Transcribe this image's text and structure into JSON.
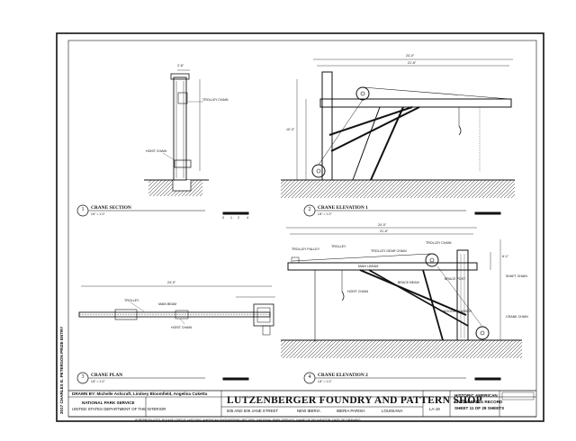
{
  "drawing": {
    "title": "LUTZENBERGER FOUNDRY AND PATTERN SHOP",
    "drawn_by": "DRAWN BY: Michelle Ashcraft, Lindsey Bloomfield, Angelina Cuketta",
    "agency_1": "NATIONAL PARK SERVICE",
    "agency_2": "UNITED STATES DEPARTMENT OF THE INTERIOR",
    "address": "505 AND 509 JANE STREET",
    "city": "NEW IBERIA",
    "parish": "IBERIA PARISH",
    "state": "LOUISIANA",
    "survey_number": "LA-19",
    "record_1": "HISTORIC AMERICAN",
    "record_2": "ENGINEERING RECORD",
    "record_3": "SHEET 11 OF 28 SHEETS",
    "side_text": "2017 CHARLES E. PETERSON PRIZE ENTRY",
    "footer_note": "IF REPRODUCED, PLEASE CREDIT: HISTORIC AMERICAN ENGINEERING RECORD, NATIONAL PARK SERVICE, NAME OF DELINEATOR, DATE OF DRAWING"
  },
  "views": [
    {
      "number": "1",
      "title": "CRANE SECTION",
      "scale": "1/4\" = 1'-0\""
    },
    {
      "number": "2",
      "title": "CRANE ELEVATION 1",
      "scale": "1/4\" = 1'-0\""
    },
    {
      "number": "3",
      "title": "CRANE PLAN",
      "scale": "1/4\" = 1'-0\""
    },
    {
      "number": "4",
      "title": "CRANE ELEVATION 2",
      "scale": "1/4\" = 1'-0\""
    }
  ],
  "scale_ticks": [
    "0",
    "1",
    "2",
    "4"
  ],
  "labels": {
    "trolley_chain": "TROLLEY CHAIN",
    "hoist_chain": "HOIST CHAIN",
    "trolley_pulley": "TROLLEY PULLEY",
    "trolley": "TROLLEY",
    "trolley_gear_chain": "TROLLEY GEAR CHAIN",
    "trolley_chain_2": "TROLLEY CHAIN",
    "main_i_beam": "MAIN I-BEAM",
    "hoist_chain_2": "HOIST CHAIN",
    "brace_beam": "BRACE BEAM",
    "brace_post": "BRACE POST",
    "shaft_chain": "SHAFT CHAIN",
    "wooden_ladder": "WOODEN LADDER",
    "crank_chain": "CRANK CHAIN",
    "main_beam": "MAIN BEAM",
    "trolley_plan": "TROLLEY",
    "hoist_chain_plan": "HOIST CHAIN"
  },
  "dimensions": {
    "elev1_overall": "24'-0\"",
    "elev1_span": "21'-6\"",
    "elev1_height": "10'-3\"",
    "elev2_overall": "24'-0\"",
    "elev2_span": "21'-6\"",
    "elev2_right": "6'-1\"",
    "section_top": "2'-6\"",
    "plan_overall": "24'-0\""
  }
}
